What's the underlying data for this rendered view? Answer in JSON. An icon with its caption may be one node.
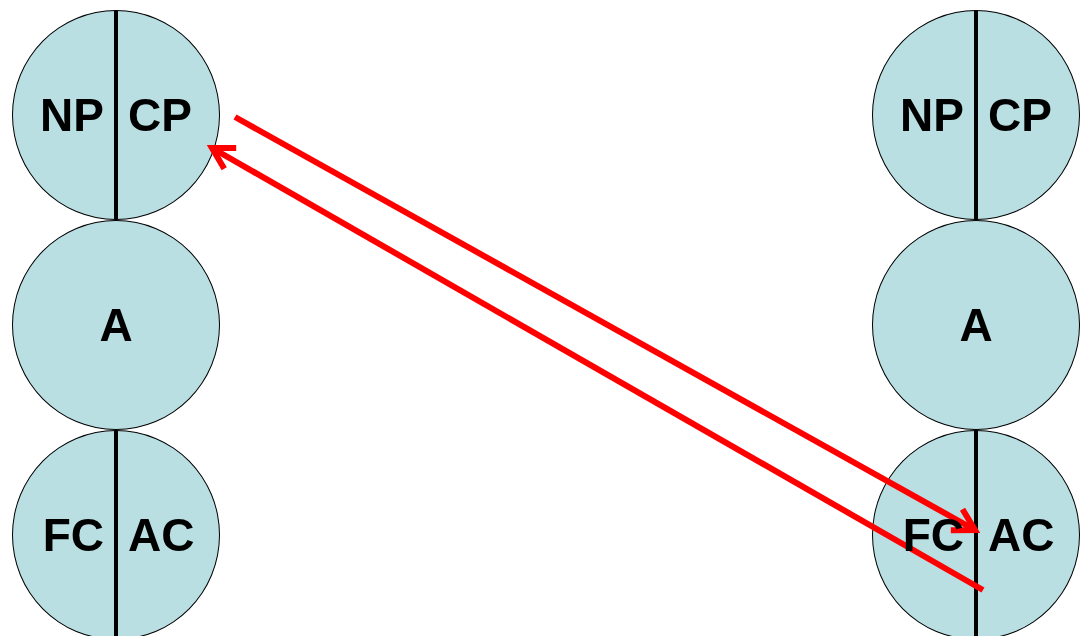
{
  "diagram": {
    "nodes": [
      {
        "text": [
          "NP",
          "CP"
        ]
      },
      {
        "text": [
          "A"
        ]
      },
      {
        "text": [
          "FC",
          "AC"
        ]
      },
      {
        "text": [
          "NP",
          "CP"
        ]
      },
      {
        "text": [
          "A"
        ]
      },
      {
        "text": [
          "FC",
          "AC"
        ]
      }
    ],
    "edges": [
      {
        "from": 0,
        "to": 5,
        "arrow": "to",
        "color": "#ff0000"
      },
      {
        "from": 5,
        "to": 0,
        "arrow": "to",
        "color": "#ff0000"
      }
    ]
  }
}
